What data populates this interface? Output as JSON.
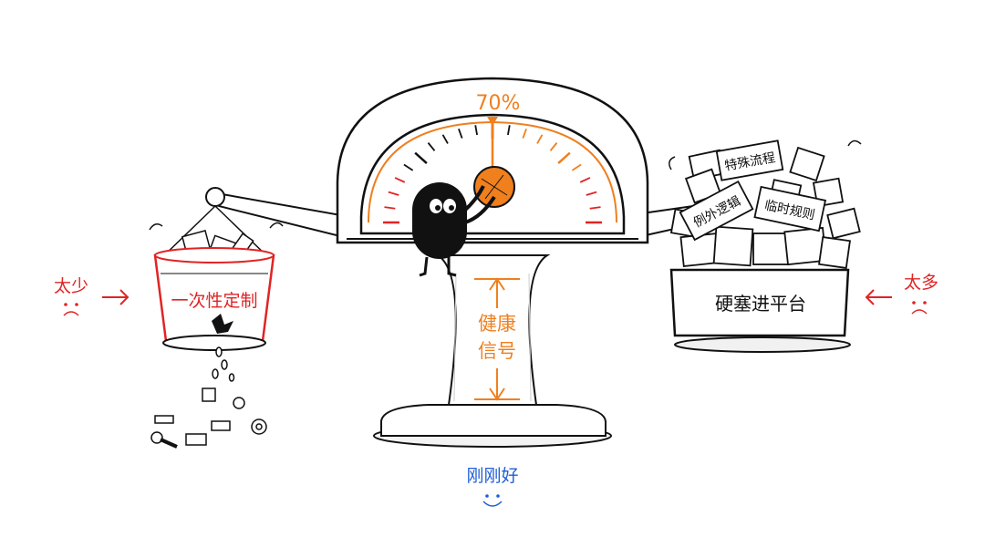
{
  "scale": {
    "gauge_readout": "70%",
    "gauge_value_percent": 70,
    "pillar_label_line1": "健康",
    "pillar_label_line2": "信号",
    "bottom_caption": "刚刚好"
  },
  "left_side": {
    "bucket_label": "一次性定制",
    "indicator_text": "太少"
  },
  "right_side": {
    "tray_label": "硬塞进平台",
    "indicator_text": "太多",
    "block_labels": [
      "特殊流程",
      "例外逻辑",
      "临时规则"
    ]
  },
  "colors": {
    "ink": "#111111",
    "alert_red": "#e02424",
    "accent_orange": "#f07f1e",
    "good_blue": "#1f5fd6"
  }
}
